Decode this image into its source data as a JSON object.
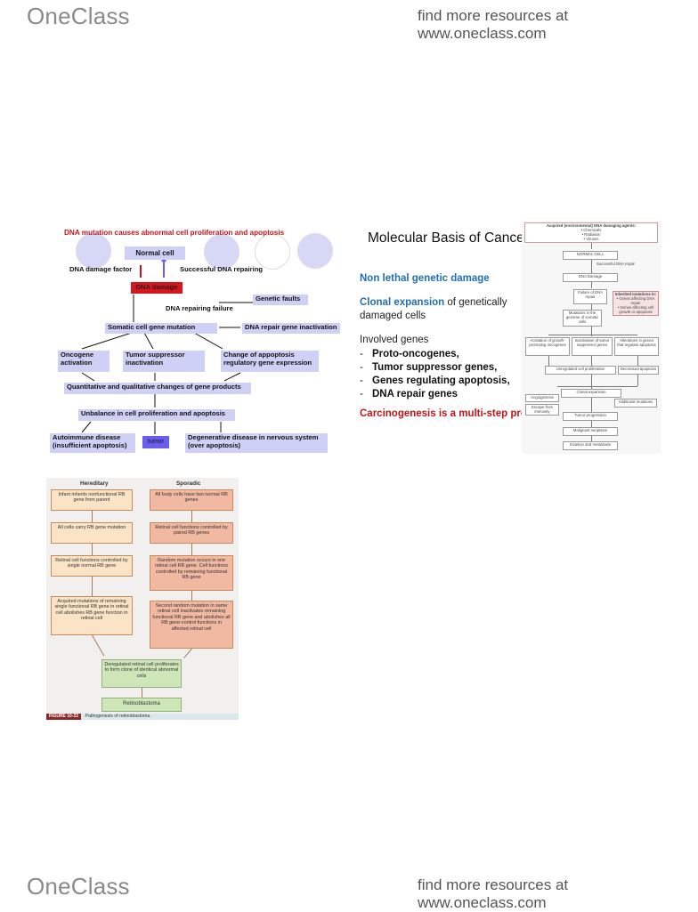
{
  "header": {
    "logo": "OneClass",
    "link": "find more resources at www.oneclass.com"
  },
  "footer": {
    "logo": "OneClass",
    "link": "find more resources at www.oneclass.com"
  },
  "figure1": {
    "title": "DNA mutation causes abnormal cell proliferation and apoptosis",
    "normal_cell": "Normal cell",
    "damage_factor": "DNA damage factor",
    "successful_repair": "Successful DNA repairing",
    "dna_damage": "DNA damage",
    "genetic_faults": "Genetic faults",
    "repair_failure": "DNA repairing failure",
    "somatic_mutation": "Somatic cell gene mutation",
    "repair_inactivation": "DNA repair gene inactivation",
    "oncogene": "Oncogene activation",
    "tumor_suppressor": "Tumor suppressor inactivation",
    "apoptosis_change": "Change of appoptosis regulatory gene expression",
    "quant_changes": "Quantitative and qualitative changes of gene products",
    "unbalance": "Unbalance in cell proliferation and apoptosis",
    "autoimmune": "Autoimmune disease (insufficient apoptosis)",
    "tumor": "tumor",
    "degenerative": "Degenerative disease in nervous system (over apoptosis)"
  },
  "slide": {
    "title": "Molecular Basis of Cancer",
    "point1": "Non lethal genetic damage",
    "point2_em": "Clonal expansion",
    "point2_rest": " of genetically",
    "point2_line2": "damaged cells",
    "involved": "Involved genes",
    "genes": [
      "Proto-oncogenes,",
      "Tumor suppressor genes,",
      "Genes regulating apoptosis,",
      "DNA repair genes"
    ],
    "bullet": "-",
    "carcino": "Carcinogenesis is a multi-step process"
  },
  "figure3": {
    "agents_title": "Acquired (environmental) DNA damaging agents:",
    "agents": "• Chemicals\n• Radiation\n• Viruses",
    "normal_cell": "NORMAL CELL",
    "successful": "Successful DNA repair",
    "damage": "DNA Damage",
    "failure": "Failure of DNA repair",
    "inherited_title": "Inherited mutations in:",
    "inherited": "• Genes affecting DNA repair\n• Genes affecting cell growth or apoptosis",
    "mutations": "Mutations in the genome of somatic cells",
    "activation": "Activation of growth-promoting oncogenes",
    "inactivation": "Inactivation of tumor suppressor genes",
    "alterations": "Alterations in genes that regulate apoptosis",
    "unregulated": "Unregulated cell proliferation",
    "decreased": "Decreased apoptosis",
    "clonal": "Clonal expansion",
    "angiogenesis": "Angiogenesis",
    "escape": "Escape from immunity",
    "additional": "Additional mutations",
    "progression": "Tumor progression",
    "malignant": "Malignant neoplasm",
    "invasion": "Invasion and metastasis"
  },
  "figure2": {
    "hereditary": "Hereditary",
    "sporadic": "Sporadic",
    "h1": "Infant inherits nonfunctional RB gene from parent",
    "h2": "All cells carry RB gene mutation",
    "h3": "Retinal cell functions controlled by single normal RB gene",
    "h4": "Acquired mutations of remaining single functional RB gene in retinal cell abolishes RB gene function in retinal cell",
    "s1": "All body cells have two normal RB genes",
    "s2": "Retinal cell functions controlled by paired RB genes",
    "s3": "Random mutation occurs in one retinal cell RB gene. Cell functions controlled by remaining functional RB gene",
    "s4": "Second random mutation in same retinal cell inactivates remaining functional RB gene and abolishes all RB gene-control functions in affected retinal cell",
    "g1": "Deregulated retinal cell proliferates to form clone of identical abnormal cells",
    "g2": "Retinoblastoma",
    "caption_label": "FIGURE 10-22",
    "caption": "Pathogenesis of retinoblastoma."
  },
  "colors": {
    "accent_blue": "#1f6fb5",
    "accent_red": "#c0161b",
    "box_lavender": "#cfd0f5",
    "logo_grey": "#8a8a8a"
  }
}
